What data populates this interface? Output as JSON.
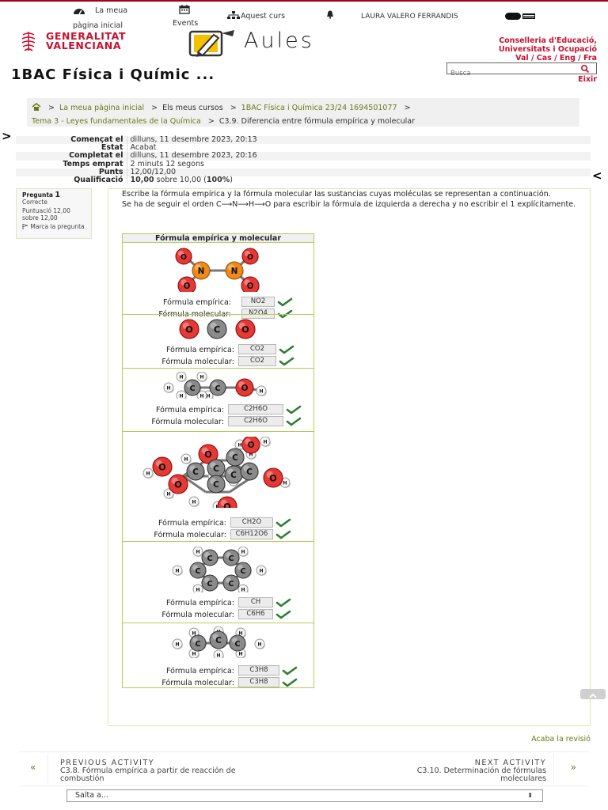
{
  "topnav": {
    "home_line1": "La meua",
    "home_line2": "pàgina inicial",
    "events": "Events",
    "this_course": "Aquest curs",
    "user": "LAURA VALERO FERRANDIS"
  },
  "brand": {
    "gva_line1": "GENERALITAT",
    "gva_line2": "VALENCIANA",
    "aules": "Aules",
    "conselleria_line1": "Conselleria d'Educació,",
    "conselleria_line2": "Universitats i Ocupació",
    "langs": "Val / Cas / Eng / Fra",
    "color_red": "#c8102e"
  },
  "course_title": "1BAC Física i Químic ...",
  "search": {
    "placeholder": "Busca"
  },
  "logout": "Eixir",
  "breadcrumb": {
    "home": "La meua pàgina inicial",
    "my_courses": "Els meus cursos",
    "course": "1BAC Física i Química 23/24 1694501077",
    "section": "Tema 3 - Leyes fundamentales de la Química",
    "current": "C3.9. Diferencia entre fórmula empírica y molecular"
  },
  "drawer": {
    "left": ">",
    "right": "<"
  },
  "summary": [
    {
      "k": "Començat el",
      "v": "dilluns, 11 desembre 2023, 20:13"
    },
    {
      "k": "Estat",
      "v": "Acabat"
    },
    {
      "k": "Completat el",
      "v": "dilluns, 11 desembre 2023, 20:16"
    },
    {
      "k": "Temps emprat",
      "v": "2 minuts 12 segons"
    },
    {
      "k": "Punts",
      "v": "12,00/12,00"
    },
    {
      "k": "Qualificació",
      "v_bold": "10,00",
      "v_mid": " sobre 10,00 (",
      "v_pct": "100%",
      "v_end": ")"
    }
  ],
  "question_info": {
    "label": "Pregunta",
    "number": "1",
    "state": "Correcte",
    "grade": "Puntuació 12,00 sobre 12,00",
    "flag": "Marca la pregunta"
  },
  "question": {
    "p1": "Escribe la fórmula empírica y la fórmula molecular las sustancias cuyas moléculas se representan a continuación.",
    "p2": "Se ha de seguir el orden C⟶N⟶H⟶O para escribir la fórmula de izquierda a derecha y no escribir el 1 explícitamente.",
    "table_title": "Fórmula empírica y molecular",
    "label_empirical": "Fórmula empírica:",
    "label_molecular": "Fórmula molecular:",
    "rows": [
      {
        "empirical": "NO2",
        "molecular": "N2O4"
      },
      {
        "empirical": "CO2",
        "molecular": "CO2"
      },
      {
        "empirical": "C2H6O",
        "molecular": "C2H6O"
      },
      {
        "empirical": "CH2O",
        "molecular": "C6H12O6"
      },
      {
        "empirical": "CH",
        "molecular": "C6H6"
      },
      {
        "empirical": "C3H8",
        "molecular": "C3H8"
      }
    ],
    "atoms": {
      "O": "O",
      "N": "N",
      "C": "C",
      "H": "H"
    },
    "check_color": "#2e7d32"
  },
  "finish_review": "Acaba la revisió",
  "activity_nav": {
    "prev_label": "PREVIOUS ACTIVITY",
    "prev_title_1": "C3.8. Fórmula empírica a partir de  reacción de",
    "prev_title_2": "combustión",
    "next_label": "NEXT ACTIVITY",
    "next_title_1": "C3.10. Determinación de fórmulas",
    "next_title_2": "moleculares",
    "prev_arrow": "«",
    "next_arrow": "»"
  },
  "jump": {
    "label": "Salta a...",
    "arrow": "⬍"
  }
}
